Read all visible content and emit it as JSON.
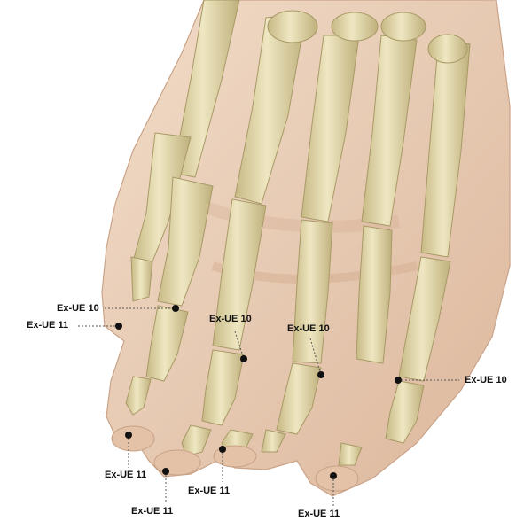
{
  "acupoints": [
    {
      "id": "p1",
      "label": "Ex-UE 10"
    },
    {
      "id": "p2",
      "label": "Ex-UE 11"
    },
    {
      "id": "p3",
      "label": "Ex-UE 10"
    },
    {
      "id": "p4",
      "label": "Ex-UE 10"
    },
    {
      "id": "p5",
      "label": "Ex-UE 10"
    },
    {
      "id": "p6",
      "label": "Ex-UE 11"
    },
    {
      "id": "p7",
      "label": "Ex-UE 11"
    },
    {
      "id": "p8",
      "label": "Ex-UE 11"
    },
    {
      "id": "p9",
      "label": "Ex-UE 11"
    }
  ],
  "colors": {
    "skin": "#e9cdb3",
    "skin_shadow": "#d8b399",
    "bone": "#e6dcae",
    "bone_shadow": "#c9bb86",
    "marker": "#111111",
    "leader": "#555555"
  }
}
